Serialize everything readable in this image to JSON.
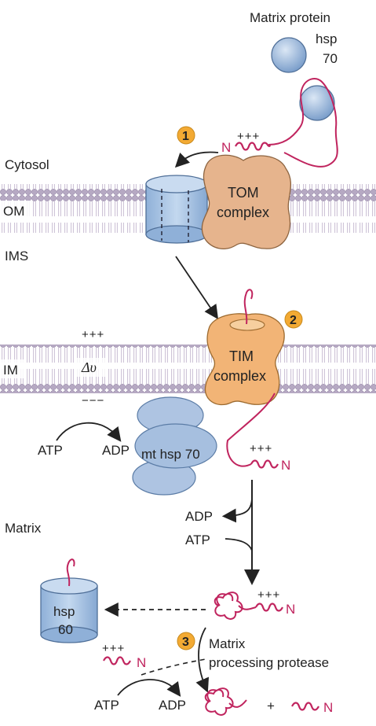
{
  "labels": {
    "matrix_protein": "Matrix protein",
    "hsp70_line1": "hsp",
    "hsp70_line2": "70",
    "cytosol": "Cytosol",
    "om": "OM",
    "ims": "IMS",
    "im": "IM",
    "matrix": "Matrix",
    "tom_line1": "TOM",
    "tom_line2": "complex",
    "tim_line1": "TIM",
    "tim_line2": "complex",
    "mt_hsp70": "mt hsp 70",
    "hsp60_line1": "hsp",
    "hsp60_line2": "60",
    "delta_psi": "Δυ",
    "plus_signs": "+++",
    "minus_signs": "−−−",
    "atp": "ATP",
    "adp": "ADP",
    "n_terminus": "N",
    "plus_sign": "+",
    "mpp_line1": "Matrix",
    "mpp_line2": "processing protease"
  },
  "steps": [
    "1",
    "2",
    "3"
  ],
  "colors": {
    "membrane_head": "#b6a9c3",
    "membrane_tail": "#cfc5d6",
    "tom_fill": "#e6b48d",
    "tim_fill": "#f2b476",
    "blue_fill": "#a9c4e4",
    "blue_dark": "#6f93bf",
    "protein_magenta": "#c0245e",
    "step_badge": "#f3aa33"
  },
  "icons": [
    "barrel-channel-icon",
    "chaperone-sphere-icon",
    "arrow-icon",
    "helix-presequence-icon",
    "unfolded-protein-icon"
  ]
}
